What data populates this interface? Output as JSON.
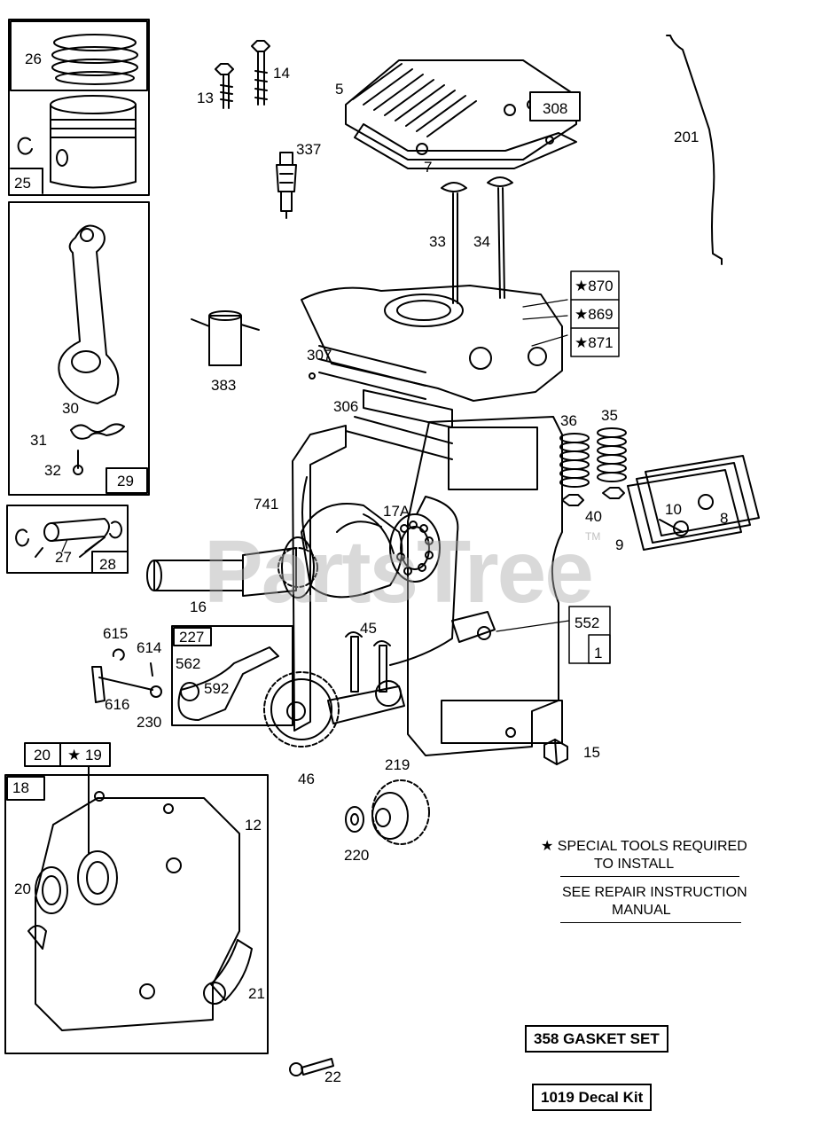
{
  "watermark": {
    "text": "PartsTree",
    "tm": "TM"
  },
  "callouts": [
    {
      "id": "c26",
      "text": "26"
    },
    {
      "id": "c25",
      "text": "25"
    },
    {
      "id": "c13",
      "text": "13"
    },
    {
      "id": "c14",
      "text": "14"
    },
    {
      "id": "c5",
      "text": "5"
    },
    {
      "id": "c308",
      "text": "308"
    },
    {
      "id": "c7",
      "text": "7"
    },
    {
      "id": "c201",
      "text": "201"
    },
    {
      "id": "c337",
      "text": "337"
    },
    {
      "id": "c33",
      "text": "33"
    },
    {
      "id": "c34",
      "text": "34"
    },
    {
      "id": "c870",
      "text": "★870"
    },
    {
      "id": "c869",
      "text": "★869"
    },
    {
      "id": "c871",
      "text": "★871"
    },
    {
      "id": "c383",
      "text": "383"
    },
    {
      "id": "c307",
      "text": "307"
    },
    {
      "id": "c306",
      "text": "306"
    },
    {
      "id": "c30",
      "text": "30"
    },
    {
      "id": "c31",
      "text": "31"
    },
    {
      "id": "c32",
      "text": "32"
    },
    {
      "id": "c29",
      "text": "29"
    },
    {
      "id": "c36",
      "text": "36"
    },
    {
      "id": "c35",
      "text": "35"
    },
    {
      "id": "c741",
      "text": "741"
    },
    {
      "id": "c17a",
      "text": "17A"
    },
    {
      "id": "c10",
      "text": "10"
    },
    {
      "id": "c8",
      "text": "8"
    },
    {
      "id": "c40",
      "text": "40"
    },
    {
      "id": "c9",
      "text": "9"
    },
    {
      "id": "c27",
      "text": "27"
    },
    {
      "id": "c28",
      "text": "28"
    },
    {
      "id": "c16",
      "text": "16"
    },
    {
      "id": "c552",
      "text": "552"
    },
    {
      "id": "c1",
      "text": "1"
    },
    {
      "id": "c615",
      "text": "615"
    },
    {
      "id": "c614",
      "text": "614"
    },
    {
      "id": "c227",
      "text": "227"
    },
    {
      "id": "c562",
      "text": "562"
    },
    {
      "id": "c45",
      "text": "45"
    },
    {
      "id": "c616",
      "text": "616"
    },
    {
      "id": "c592",
      "text": "592"
    },
    {
      "id": "c230",
      "text": "230"
    },
    {
      "id": "c20a",
      "text": "20"
    },
    {
      "id": "c19",
      "text": "★ 19"
    },
    {
      "id": "c46",
      "text": "46"
    },
    {
      "id": "c15",
      "text": "15"
    },
    {
      "id": "c219",
      "text": "219"
    },
    {
      "id": "c18",
      "text": "18"
    },
    {
      "id": "c12",
      "text": "12"
    },
    {
      "id": "c220",
      "text": "220"
    },
    {
      "id": "c20b",
      "text": "20"
    },
    {
      "id": "c21",
      "text": "21"
    },
    {
      "id": "c22",
      "text": "22"
    }
  ],
  "notes": {
    "special_tools_line1": "★ SPECIAL TOOLS REQUIRED",
    "special_tools_line2": "TO INSTALL",
    "repair_line1": "SEE REPAIR INSTRUCTION",
    "repair_line2": "MANUAL"
  },
  "kits": {
    "gasket_set": "358 GASKET SET",
    "decal_kit": "1019 Decal Kit"
  }
}
